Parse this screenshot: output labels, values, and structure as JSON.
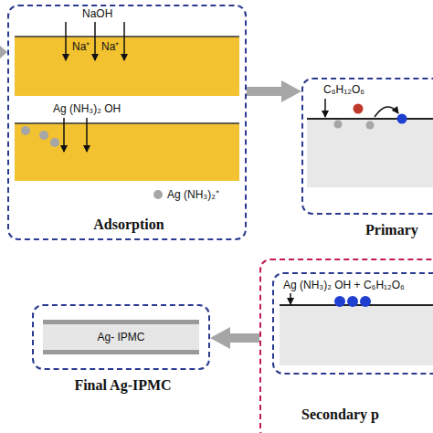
{
  "diagram": {
    "nodes": [
      {
        "text": [
          "Adsorption"
        ]
      },
      {
        "text": [
          "C₆H₁₂O₆",
          "Primary"
        ]
      },
      {
        "text": [
          "Secondary p"
        ]
      },
      {
        "text": [
          "Ag (NH₃)₂ OH + C₆H₁₂O₆"
        ],
        "in": 2
      },
      {
        "text": [
          "Final Ag-IPMC"
        ]
      },
      {
        "text": [
          "Ag- IPMC"
        ],
        "in": 4
      }
    ],
    "edges": [
      {
        "from": 0,
        "to": 1,
        "arrow": "to"
      },
      {
        "from": 2,
        "to": 4,
        "arrow": "to"
      }
    ],
    "labels": [
      "NaOH",
      "Na⁺",
      "Na⁺",
      "Ag (NH₃)₂ OH"
    ],
    "legend": [
      {
        "text": "Ag (NH₃)₂⁺",
        "color": "#a6a6a6"
      }
    ]
  }
}
